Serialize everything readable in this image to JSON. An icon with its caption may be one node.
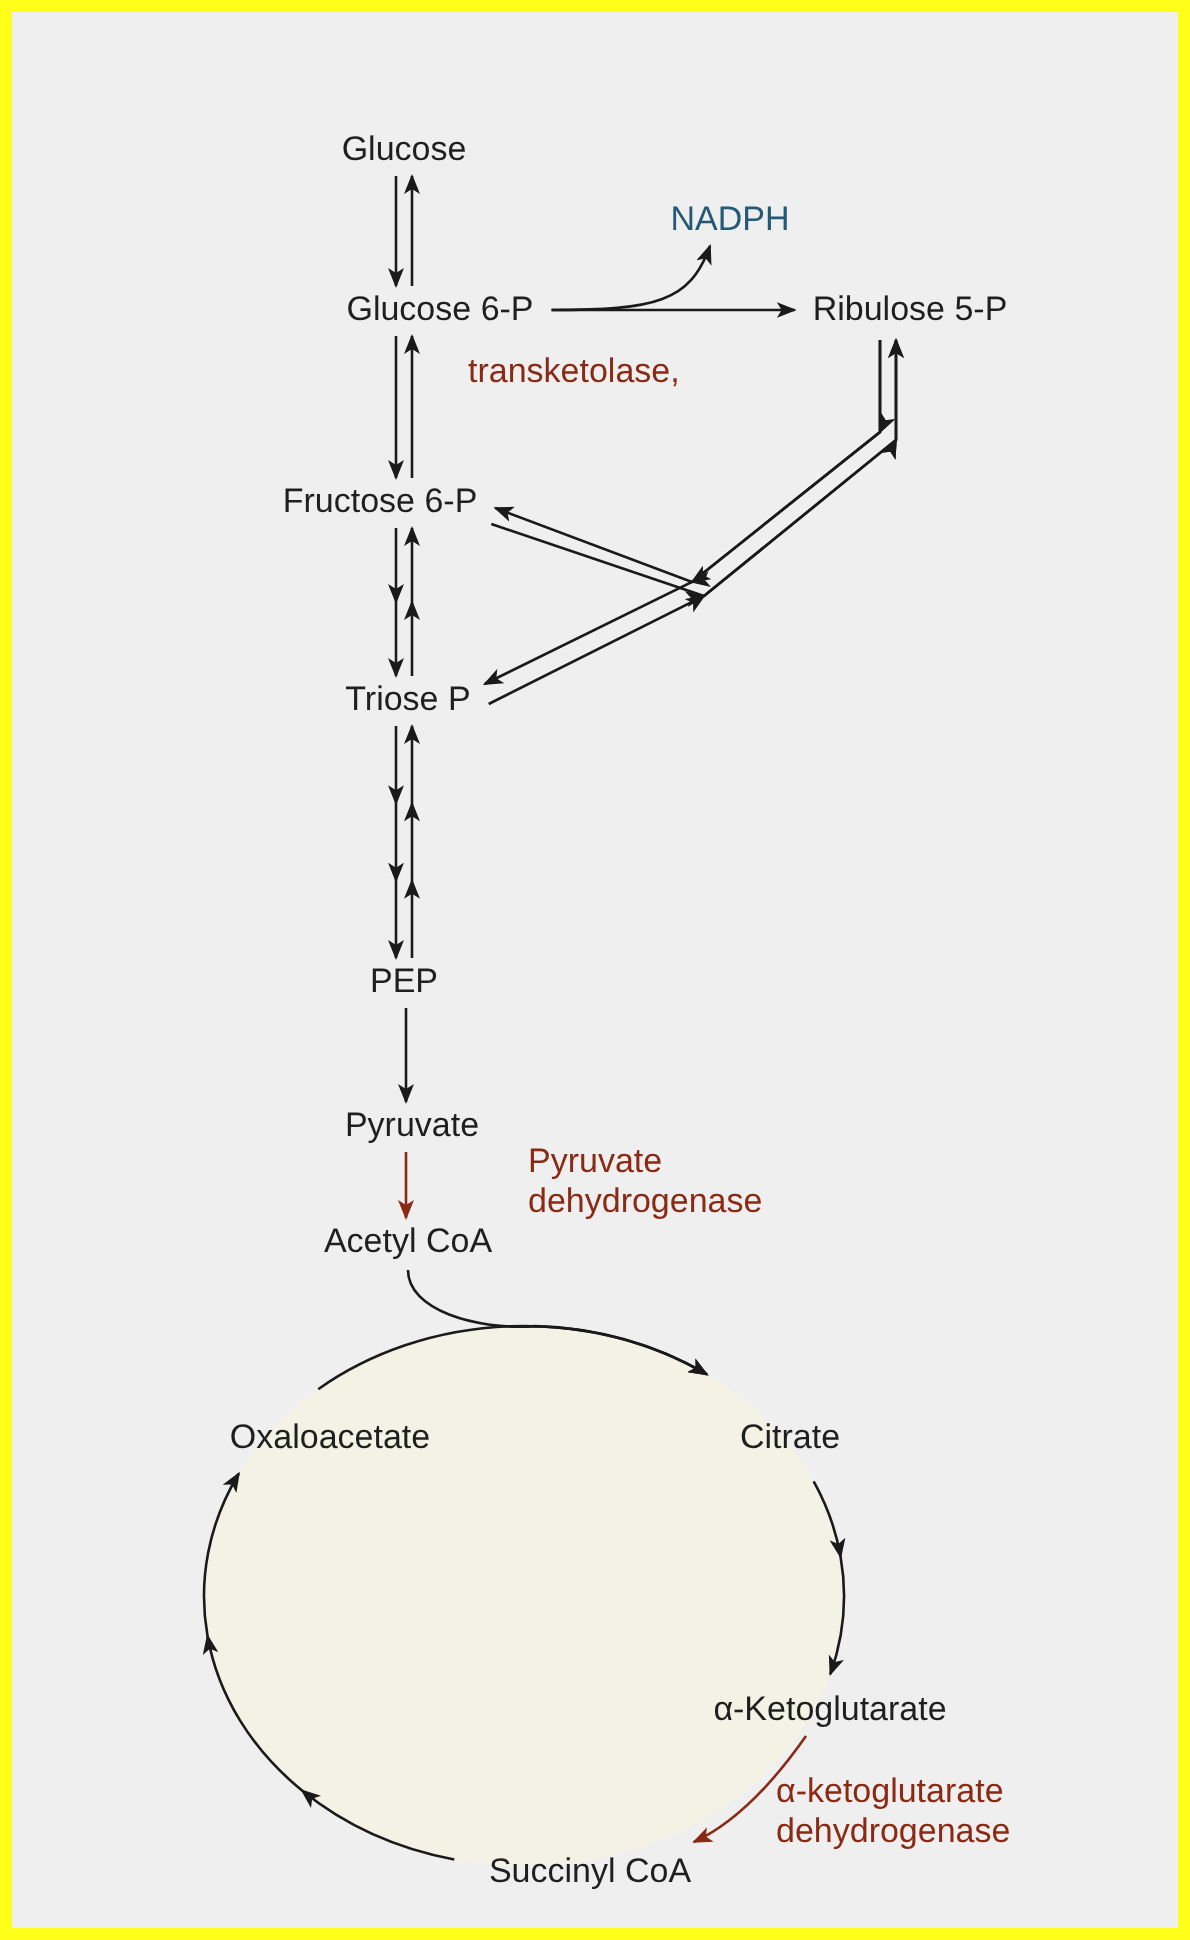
{
  "diagram": {
    "nodes": [
      {
        "text": [
          "Glucose"
        ]
      },
      {
        "text": [
          "Glucose 6-P"
        ]
      },
      {
        "text": [
          "NADPH"
        ]
      },
      {
        "text": [
          "Ribulose 5-P"
        ]
      },
      {
        "text": [
          "Fructose 6-P"
        ]
      },
      {
        "text": [
          "Triose P"
        ]
      },
      {
        "text": [
          "PEP"
        ]
      },
      {
        "text": [
          "Pyruvate"
        ]
      },
      {
        "text": [
          "Acetyl CoA"
        ]
      },
      {
        "text": [
          "Oxaloacetate"
        ]
      },
      {
        "text": [
          "Citrate"
        ]
      },
      {
        "text": [
          "α-Ketoglutarate"
        ]
      },
      {
        "text": [
          "Succinyl CoA"
        ]
      }
    ],
    "edges": [
      {
        "from": 0,
        "to": 1,
        "arrow": "to"
      },
      {
        "from": 1,
        "to": 0,
        "arrow": "to"
      },
      {
        "from": 1,
        "to": 4,
        "arrow": "to"
      },
      {
        "from": 4,
        "to": 1,
        "arrow": "to"
      },
      {
        "from": 4,
        "to": 5,
        "arrow": "to"
      },
      {
        "from": 5,
        "to": 4,
        "arrow": "to"
      },
      {
        "from": 5,
        "to": 6,
        "arrow": "to"
      },
      {
        "from": 6,
        "to": 5,
        "arrow": "to"
      },
      {
        "from": 6,
        "to": 7,
        "arrow": "to"
      },
      {
        "from": 7,
        "to": 8,
        "arrow": "to",
        "color": "#8b2a14",
        "label": "Pyruvate dehydrogenase"
      },
      {
        "from": 1,
        "to": 3,
        "arrow": "to"
      },
      {
        "from": 1,
        "to": 2,
        "arrow": "to"
      },
      {
        "from": 3,
        "to": 4,
        "arrow": "to"
      },
      {
        "from": 4,
        "to": 3,
        "arrow": "to"
      },
      {
        "from": 3,
        "to": 5,
        "arrow": "to"
      },
      {
        "from": 5,
        "to": 3,
        "arrow": "to"
      },
      {
        "from": 8,
        "to": 10,
        "arrow": "to"
      },
      {
        "from": 9,
        "to": 10,
        "arrow": "to"
      },
      {
        "from": 10,
        "to": 11,
        "arrow": "to"
      },
      {
        "from": 11,
        "to": 12,
        "arrow": "to",
        "color": "#8b2a14",
        "label": "α-ketoglutarate dehydrogenase"
      },
      {
        "from": 12,
        "to": 9,
        "arrow": "to"
      }
    ],
    "labels": [
      "transketolase,"
    ]
  }
}
